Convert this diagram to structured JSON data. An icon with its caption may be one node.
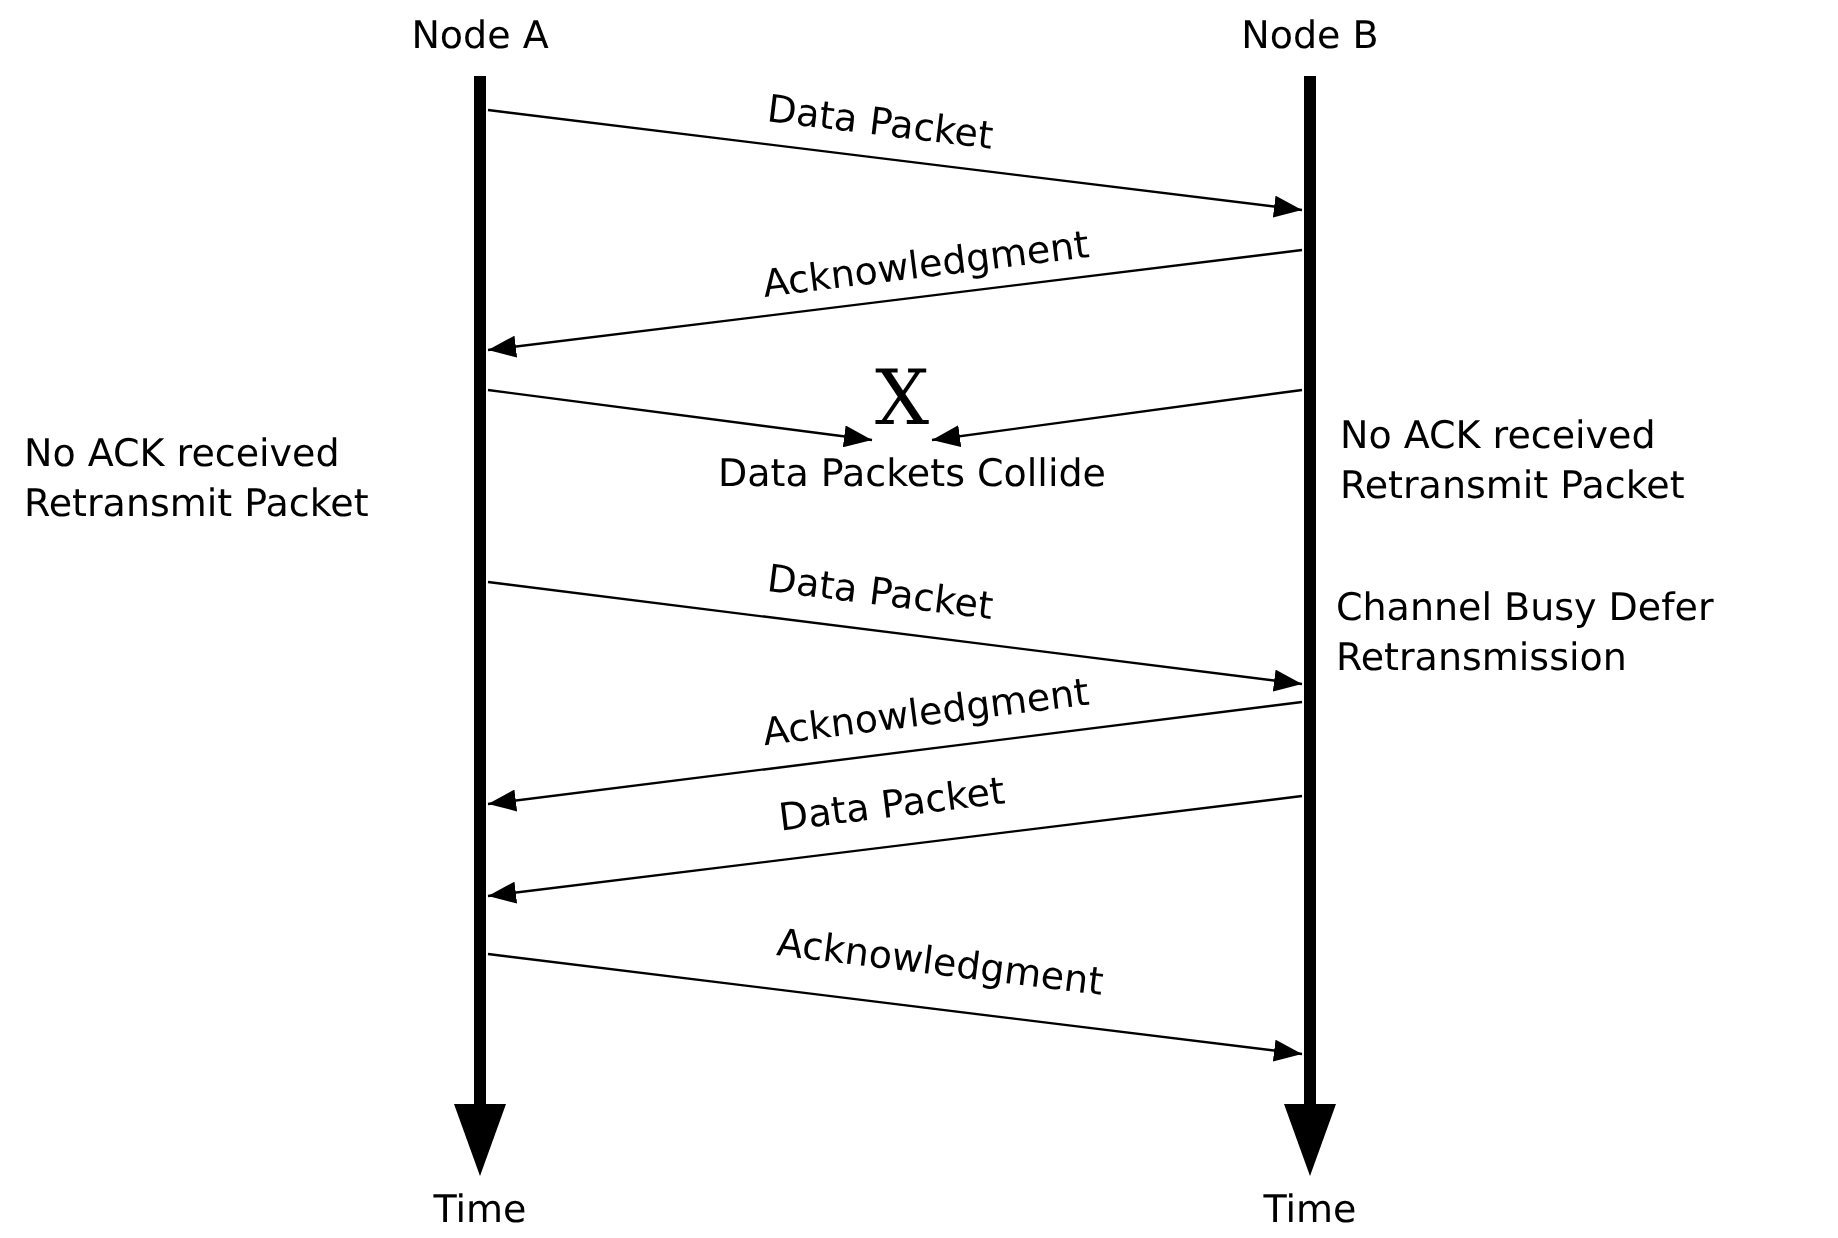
{
  "diagram": {
    "nodes": [
      {
        "text": [
          "Node A"
        ]
      },
      {
        "text": [
          "Node B"
        ]
      },
      {
        "text": [
          "X"
        ],
        "beside": [
          "Data Packets Collide"
        ]
      }
    ],
    "edges": [
      {
        "from": 0,
        "to": 1,
        "arrow": "to",
        "label": "Data Packet"
      },
      {
        "from": 1,
        "to": 0,
        "arrow": "to",
        "label": "Acknowledgment"
      },
      {
        "from": 0,
        "to": 2,
        "arrow": "to"
      },
      {
        "from": 1,
        "to": 2,
        "arrow": "to"
      },
      {
        "from": 0,
        "to": 1,
        "arrow": "to",
        "label": "Data Packet"
      },
      {
        "from": 1,
        "to": 0,
        "arrow": "to",
        "label": "Acknowledgment"
      },
      {
        "from": 1,
        "to": 0,
        "arrow": "to",
        "label": "Data Packet"
      },
      {
        "from": 0,
        "to": 1,
        "arrow": "to",
        "label": "Acknowledgment"
      }
    ],
    "labels": [
      "No ACK received Retransmit Packet",
      "No ACK received Retransmit Packet",
      "Channel Busy Defer Retransmission",
      "Time",
      "Time"
    ]
  }
}
